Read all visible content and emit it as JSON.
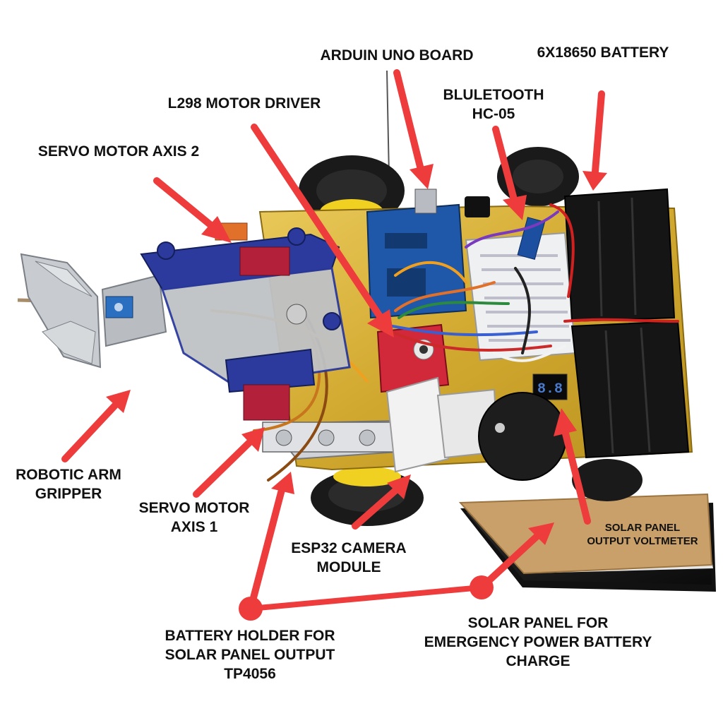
{
  "colors": {
    "arrow": "#ee3b3b",
    "label_text": "#111111",
    "chassis_gold": "#d9b43a",
    "arm_blue": "#2b3a9c",
    "board_blue": "#1f58a8",
    "battery_black": "#151515"
  },
  "labels": {
    "arduino_uno": [
      "ARDUIN UNO BOARD"
    ],
    "battery_pack": [
      "6X18650 BATTERY"
    ],
    "l298_driver": [
      "L298 MOTOR DRIVER"
    ],
    "bluetooth": [
      "BLULETOOTH",
      "HC-05"
    ],
    "servo_axis_2": [
      "SERVO MOTOR AXIS 2"
    ],
    "robotic_arm": [
      "ROBOTIC ARM",
      "GRIPPER"
    ],
    "servo_axis_1": [
      "SERVO MOTOR",
      "AXIS 1"
    ],
    "esp32_camera": [
      "ESP32 CAMERA",
      "MODULE"
    ],
    "solar_voltmeter": [
      "SOLAR PANEL",
      "OUTPUT VOLTMETER"
    ],
    "battery_holder": [
      "BATTERY HOLDER FOR",
      "SOLAR PANEL OUTPUT",
      "TP4056"
    ],
    "solar_panel": [
      "SOLAR PANEL FOR",
      "EMERGENCY POWER BATTERY",
      "CHARGE"
    ]
  },
  "voltmeter_display": "8.8"
}
